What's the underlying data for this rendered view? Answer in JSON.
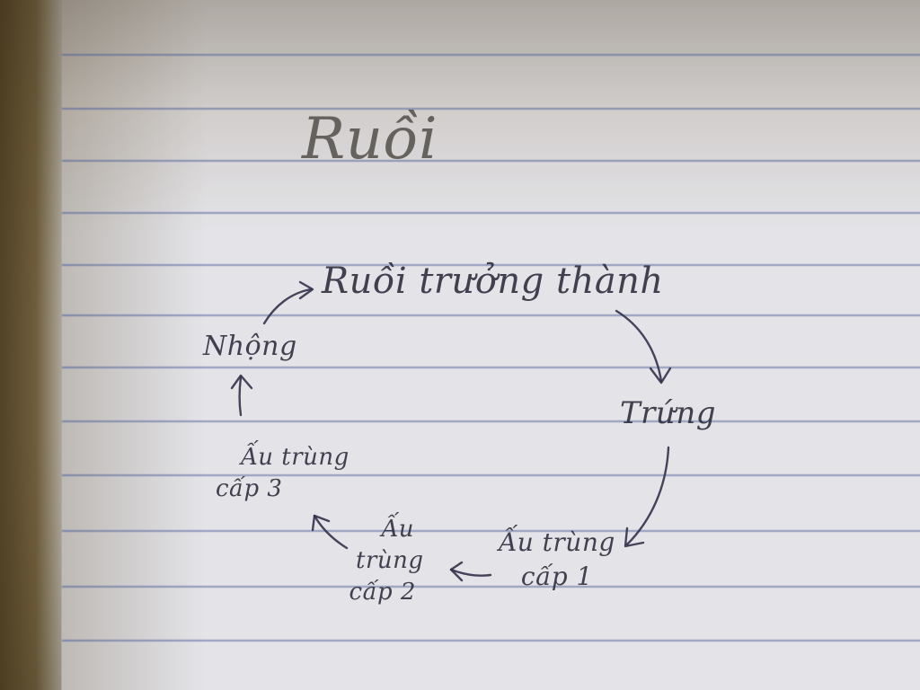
{
  "title": "Ruồi",
  "stages": {
    "adult": "Ruồi trưởng thành",
    "egg": "Trứng",
    "larva1": [
      "Ấu trùng",
      "cấp 1"
    ],
    "larva2": [
      "Ấu",
      "trùng",
      "cấp 2"
    ],
    "larva3": [
      "Ấu trùng",
      "cấp 3"
    ],
    "pupa": "Nhộng"
  },
  "ink_color": "#2b2a3a"
}
